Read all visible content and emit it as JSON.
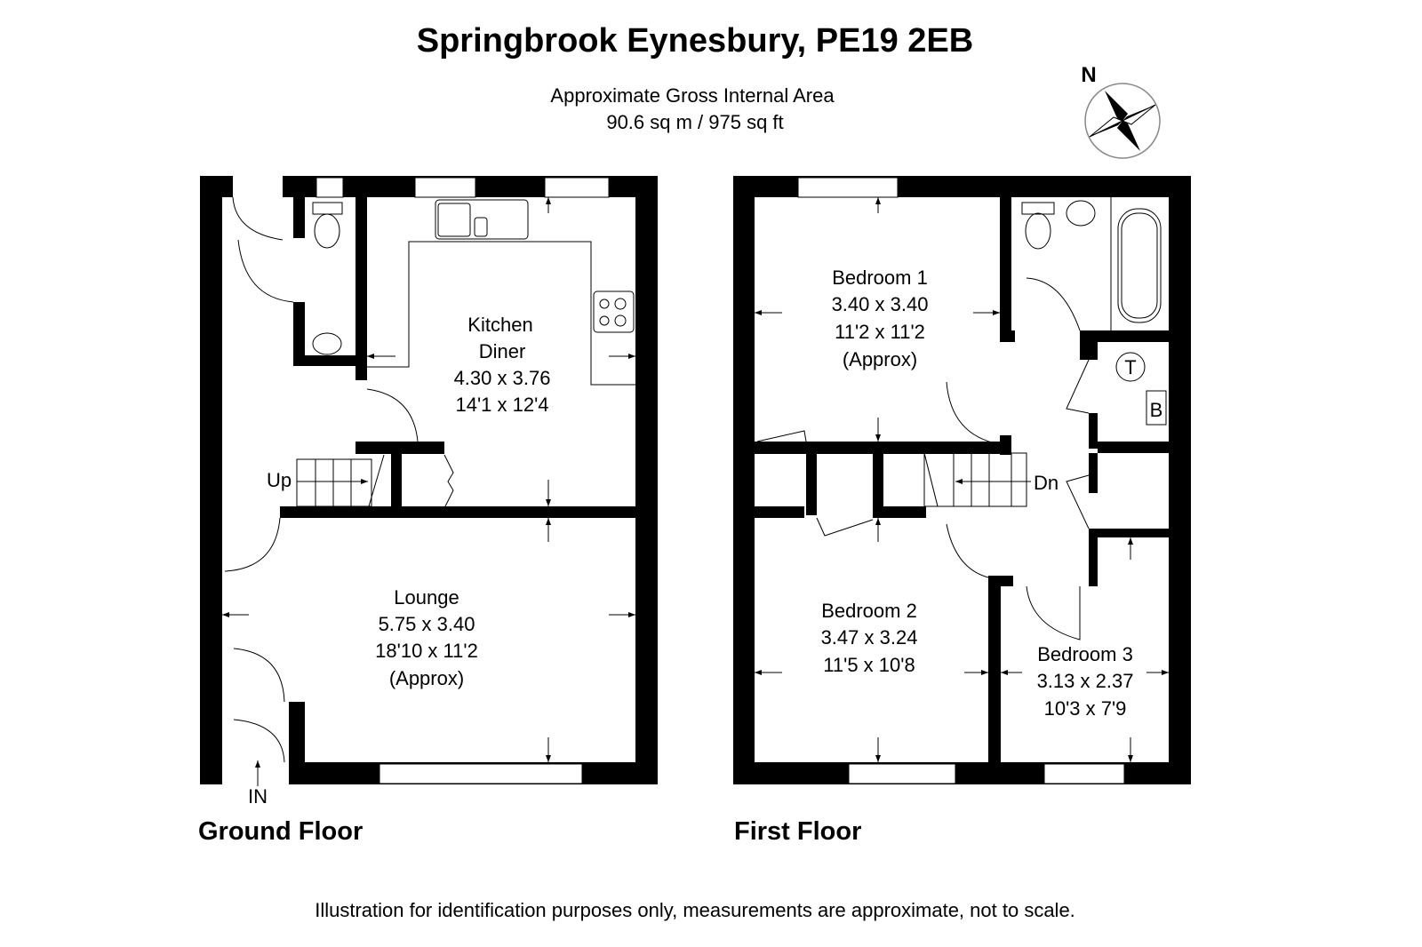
{
  "header": {
    "title": "Springbrook Eynesbury, PE19 2EB",
    "area_label": "Approximate Gross Internal Area",
    "area_value": "90.6 sq m / 975 sq ft"
  },
  "compass": {
    "label": "N"
  },
  "ground_floor": {
    "label": "Ground Floor",
    "entrance": "IN",
    "stairs": "Up",
    "rooms": {
      "kitchen": {
        "name1": "Kitchen",
        "name2": "Diner",
        "metric": "4.30 x 3.76",
        "imperial": "14'1 x 12'4"
      },
      "lounge": {
        "name": "Lounge",
        "metric": "5.75 x 3.40",
        "imperial": "18'10 x 11'2",
        "note": "(Approx)"
      }
    }
  },
  "first_floor": {
    "label": "First Floor",
    "stairs": "Dn",
    "tank": "T",
    "boiler": "B",
    "rooms": {
      "bedroom1": {
        "name": "Bedroom 1",
        "metric": "3.40 x 3.40",
        "imperial": "11'2 x 11'2",
        "note": "(Approx)"
      },
      "bedroom2": {
        "name": "Bedroom 2",
        "metric": "3.47 x 3.24",
        "imperial": "11'5 x 10'8"
      },
      "bedroom3": {
        "name": "Bedroom 3",
        "metric": "3.13 x 2.37",
        "imperial": "10'3 x 7'9"
      }
    }
  },
  "footer": {
    "disclaimer": "Illustration for identification purposes only, measurements are approximate, not to scale."
  }
}
